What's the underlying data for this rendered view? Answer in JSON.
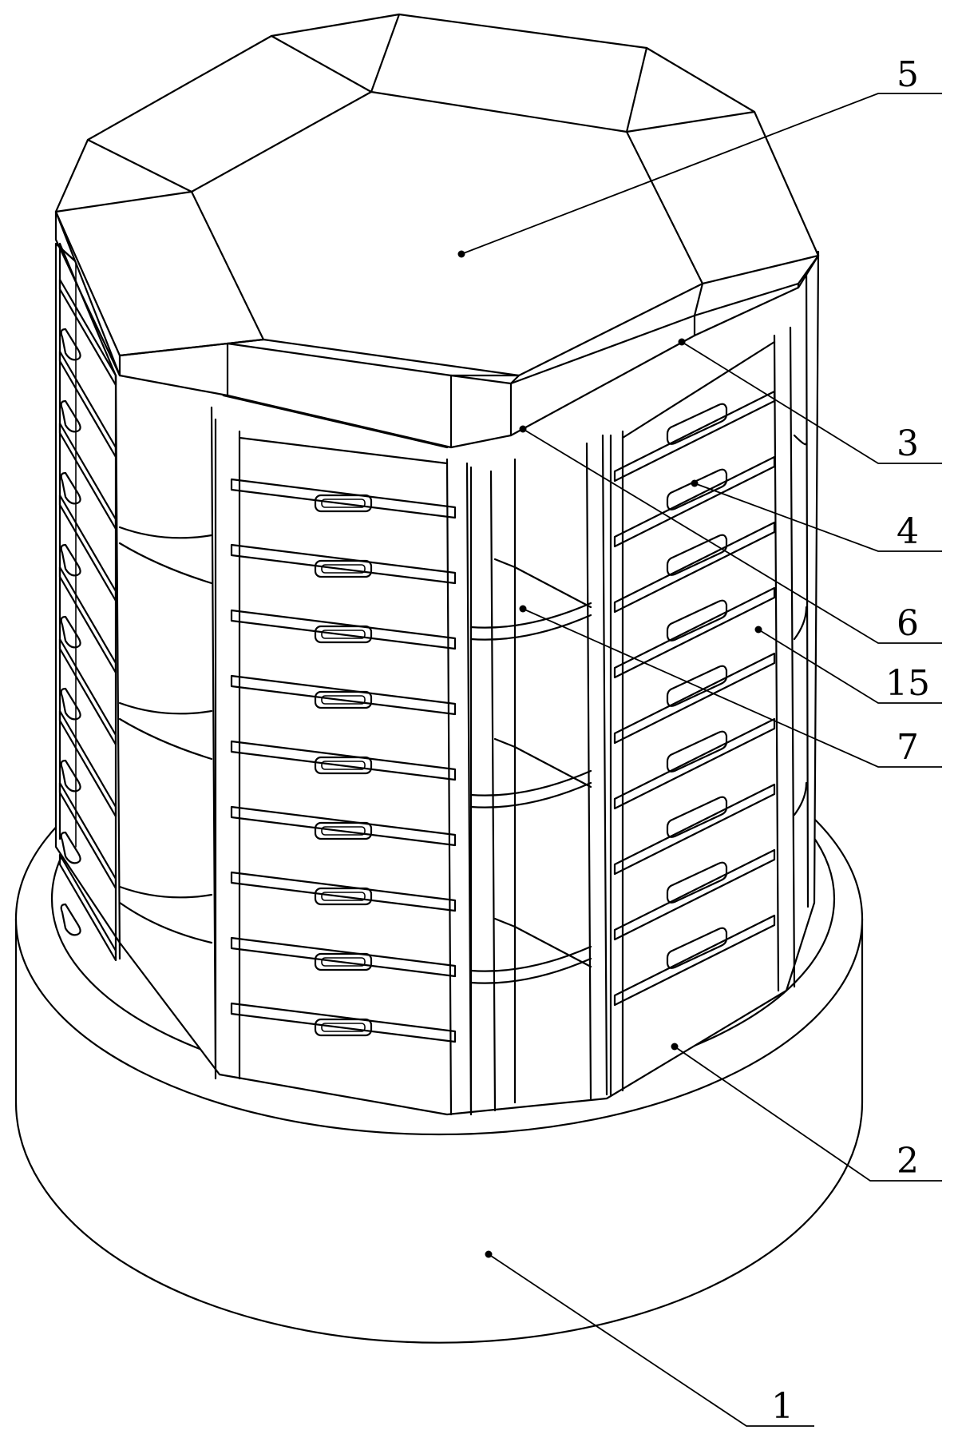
{
  "figure": {
    "type": "patent-perspective-drawing",
    "subject": "octagonal rotating drawer cabinet on round base",
    "line_color": "#000000",
    "background": "#ffffff"
  },
  "callouts": [
    {
      "id": "c5",
      "number": "5"
    },
    {
      "id": "c3",
      "number": "3"
    },
    {
      "id": "c4",
      "number": "4"
    },
    {
      "id": "c6",
      "number": "6"
    },
    {
      "id": "c15",
      "number": "15"
    },
    {
      "id": "c7",
      "number": "7"
    },
    {
      "id": "c2",
      "number": "2"
    },
    {
      "id": "c1",
      "number": "1"
    }
  ]
}
